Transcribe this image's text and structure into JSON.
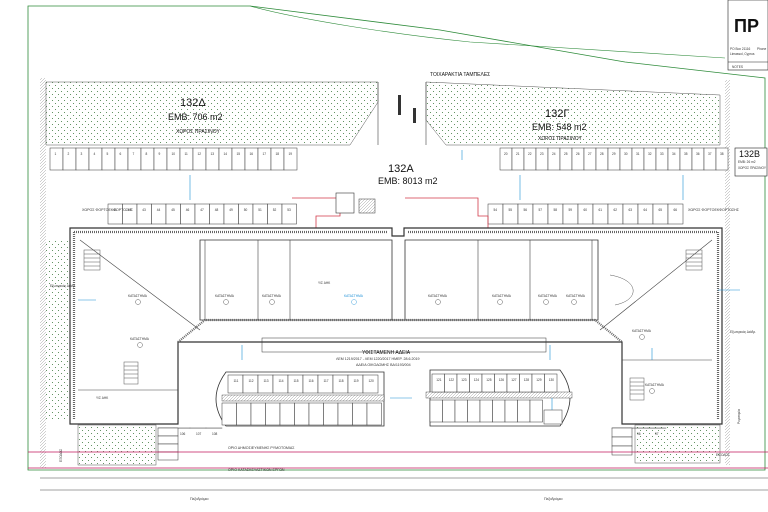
{
  "title_block": {
    "logo": "ΠΡ",
    "lines": [
      "PO Box 21116",
      "Limassol, Cyprus"
    ],
    "right_text": "Phone",
    "notes_label": "NOTES"
  },
  "top_label": "ΤΟΙΧΑΡΑΚΤΙΑ ΤΑΜΠΕΛΕΣ",
  "parcels": {
    "p132d": {
      "name": "132Δ",
      "area": "ΕΜΒ: 706 m2",
      "use": "ΧΩΡΟΣ ΠΡΑΣΙΝΟΥ"
    },
    "p132g": {
      "name": "132Γ",
      "area": "ΕΜΒ: 548 m2",
      "use": "ΧΩΡΟΣ ΠΡΑΣΙΝΟΥ"
    },
    "p132a": {
      "name": "132Α",
      "area": "ΕΜΒ: 8013 m2"
    },
    "p132b": {
      "name": "132Β",
      "area": "ΕΜΒ: 26 m2",
      "use": "ΧΩΡΟΣ ΠΡΑΣΙΝΟΥ"
    }
  },
  "loading_label": "ΧΩΡΟΣ ΦΟΡΤΟΕΚΦΟΡΤΩΣΗΣ",
  "permit": {
    "title": "ΥΦΙΣΤΑΜΕΝΗ ΑΔΕΙΑ",
    "line1": "ΛΕΜ 1219/2017 - ΛΕΜ 1220/2017 ΗΜΕΡ. 28.6.2019",
    "line2": "ΑΔΕΙΑ ΟΙΚΟΔΟΜΗΣ ΒΑ/1193/004"
  },
  "lines": {
    "regulated": "ΟΡΙΟ ΔΗΜΟΣΙΕΥΜΕΝΗΣ ΡΥΜΟΤΟΜΙΑΣ",
    "construction": "ΟΡΙΟ ΚΑΤΑΣΚΕΥΑΣΤΙΚΩΝ ΕΡΓΩΝ"
  },
  "sidewalk": "Πεζοδρόμιο",
  "road": "Ρυμοτομία",
  "entry": "ΕΙΣΟΔΟΣ",
  "exit": "ΕΞΟΔΟΣ",
  "shop_label": "ΚΑΤΑΣΤΗΜΑ",
  "shop_label_cyan": "ΚΑΤΑΣΤΗΜΑ",
  "substation": "Υ/Σ ΑΗΚ",
  "escalator": "Εξωτερικός Διάδρ.",
  "top_parking_left": [
    "1",
    "2",
    "3",
    "4",
    "5",
    "6",
    "7",
    "8",
    "9",
    "10",
    "11",
    "12",
    "13",
    "14",
    "15",
    "16",
    "17",
    "18",
    "19"
  ],
  "top_parking_right": [
    "20",
    "21",
    "22",
    "23",
    "24",
    "25",
    "26",
    "27",
    "28",
    "29",
    "30",
    "31",
    "32",
    "33",
    "34",
    "35",
    "36",
    "37",
    "38"
  ],
  "row2_left": [
    "41",
    "42",
    "43",
    "44",
    "45",
    "46",
    "47",
    "48",
    "49",
    "50",
    "51",
    "52",
    "53"
  ],
  "row2_right": [
    "54",
    "55",
    "56",
    "57",
    "58",
    "59",
    "60",
    "61",
    "62",
    "63",
    "64",
    "65",
    "66"
  ],
  "island_left_top": [
    "111",
    "112",
    "113",
    "114",
    "115",
    "116",
    "117",
    "118",
    "119",
    "120"
  ],
  "island_right_top": [
    "121",
    "122",
    "123",
    "124",
    "125",
    "126",
    "127",
    "128",
    "129",
    "130"
  ],
  "bottom_left_spots": [
    "105",
    "106",
    "107",
    "108"
  ],
  "bottom_right_spots": [
    "95",
    "96",
    "97"
  ],
  "colors": {
    "green": "#2e8b3a",
    "red": "#d23a4a",
    "magenta": "#c2185b",
    "cyan": "#1b8fd6"
  }
}
